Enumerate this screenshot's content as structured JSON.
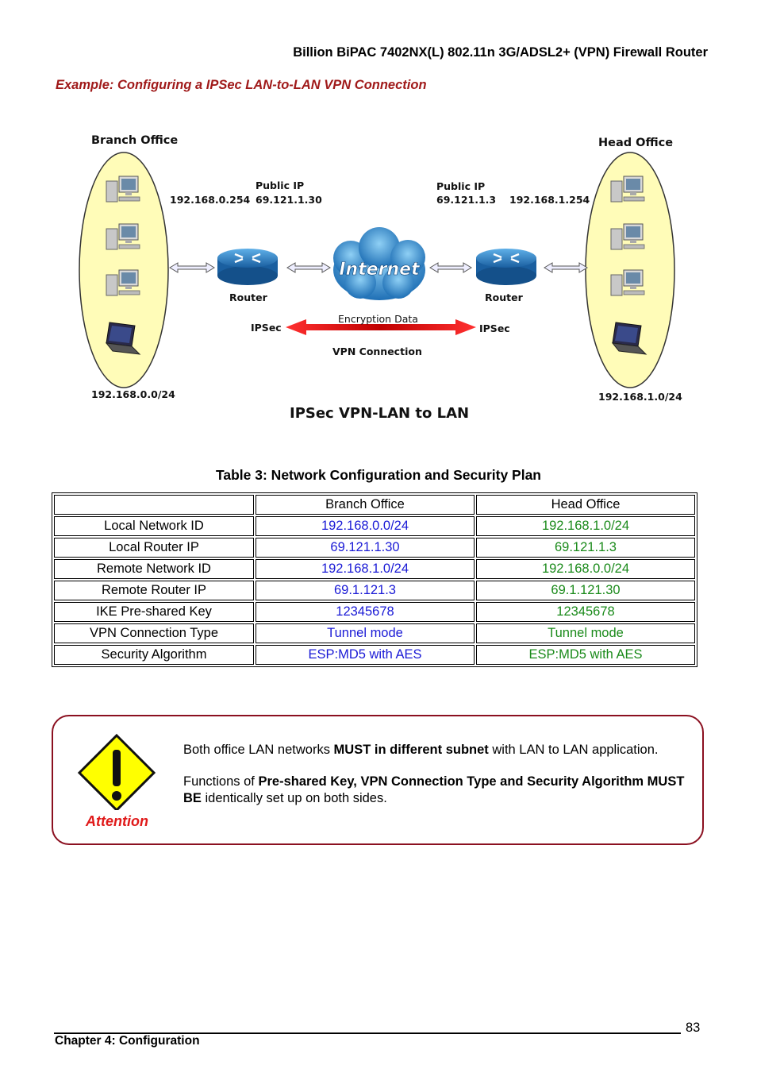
{
  "header": {
    "title": "Billion BiPAC 7402NX(L) 802.11n 3G/ADSL2+ (VPN) Firewall Router"
  },
  "example_heading": "Example: Configuring a IPSec LAN-to-LAN VPN Connection",
  "diagram": {
    "branch_label": "Branch Office",
    "head_label": "Head Office",
    "left_lan_ip": "192.168.0.254",
    "left_public_label": "Public IP",
    "left_public_ip": "69.121.1.30",
    "right_public_label": "Public IP",
    "right_public_ip": "69.121.1.3",
    "right_lan_ip": "192.168.1.254",
    "internet_label": "Internet",
    "router_left": "Router",
    "router_right": "Router",
    "ipsec_left": "IPSec",
    "ipsec_right": "IPSec",
    "encryption_label": "Encryption Data",
    "vpn_label": "VPN Connection",
    "left_subnet": "192.168.0.0/24",
    "right_subnet": "192.168.1.0/24",
    "title": "IPSec VPN-LAN to LAN"
  },
  "table_caption": "Table 3: Network Configuration and Security Plan",
  "table": {
    "headers": [
      "",
      "Branch Office",
      "Head Office"
    ],
    "rows": [
      [
        "Local Network ID",
        "192.168.0.0/24",
        "192.168.1.0/24"
      ],
      [
        "Local Router IP",
        "69.121.1.30",
        "69.121.1.3"
      ],
      [
        "Remote Network ID",
        "192.168.1.0/24",
        "192.168.0.0/24"
      ],
      [
        "Remote Router IP",
        "69.1.121.3",
        "69.1.121.30"
      ],
      [
        "IKE Pre-shared Key",
        "12345678",
        "12345678"
      ],
      [
        "VPN Connection Type",
        "Tunnel mode",
        "Tunnel mode"
      ],
      [
        "Security Algorithm",
        "ESP:MD5 with AES",
        "ESP:MD5 with AES"
      ]
    ]
  },
  "attention": {
    "label": "Attention",
    "line1_pre": "Both office LAN networks ",
    "line1_bold": "MUST in different subnet",
    "line1_post": " with LAN to LAN application.",
    "line2_pre": "Functions of ",
    "line2_bold": "Pre-shared Key, VPN Connection Type and Security Algorithm MUST BE",
    "line2_post": " identically set up on both sides."
  },
  "footer": {
    "chapter": "Chapter 4: Configuration",
    "page_number": "83"
  },
  "colors": {
    "branch_values": "#1a1ad6",
    "head_values": "#1a8a1a",
    "attention_border": "#8b1020",
    "heading_red": "#a01a1a"
  }
}
